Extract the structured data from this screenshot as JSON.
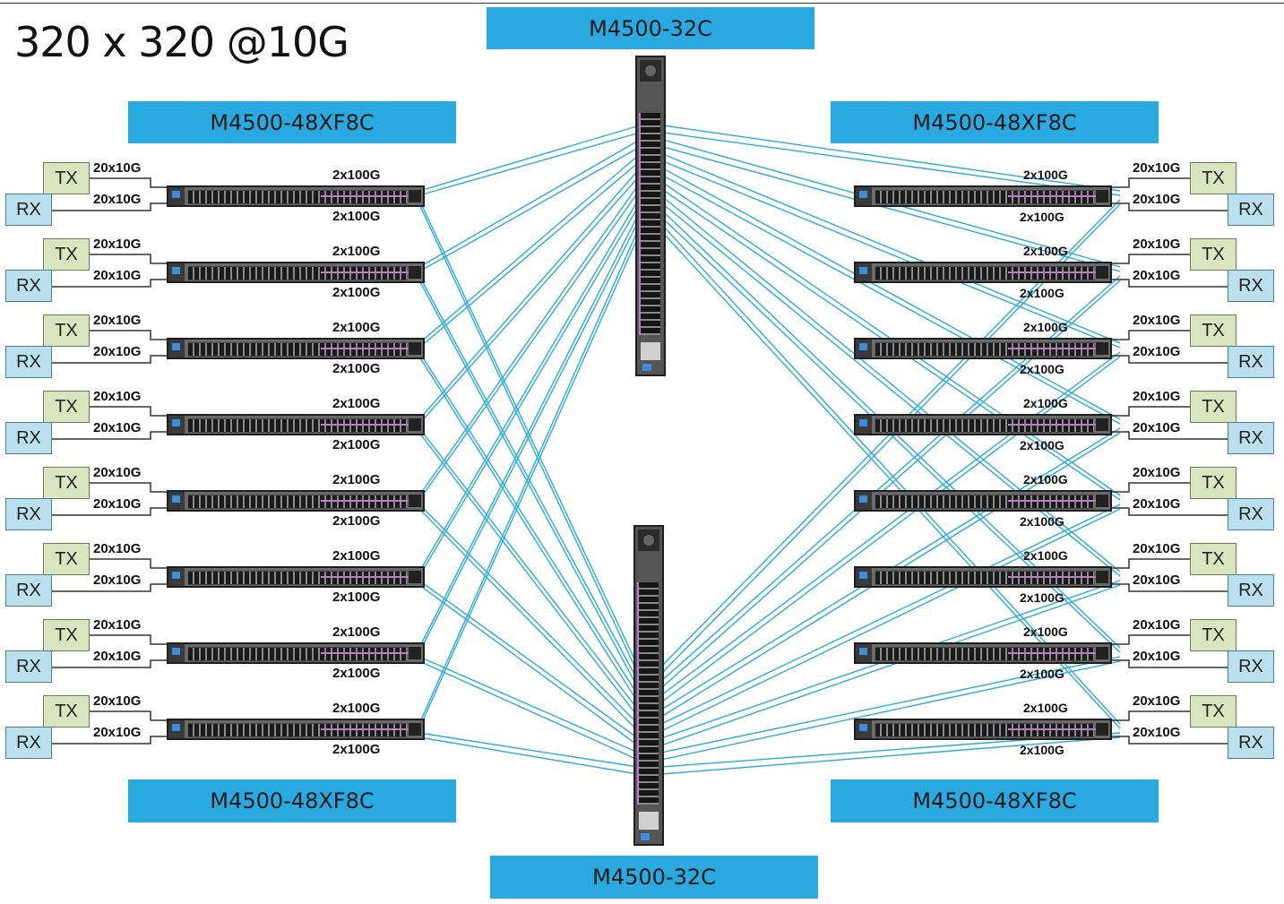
{
  "title": "320 x 320 @10G",
  "spine_label": "M4500-32C",
  "leaf_label": "M4500-48XF8C",
  "tx_label": "TX",
  "rx_label": "RX",
  "access_link_label": "20x10G",
  "uplink_label": "2x100G",
  "colors": {
    "header": "#2aa9e0",
    "link": "#2aa9e0",
    "tx": "#d8e5be",
    "rx": "#b9e0ec"
  }
}
